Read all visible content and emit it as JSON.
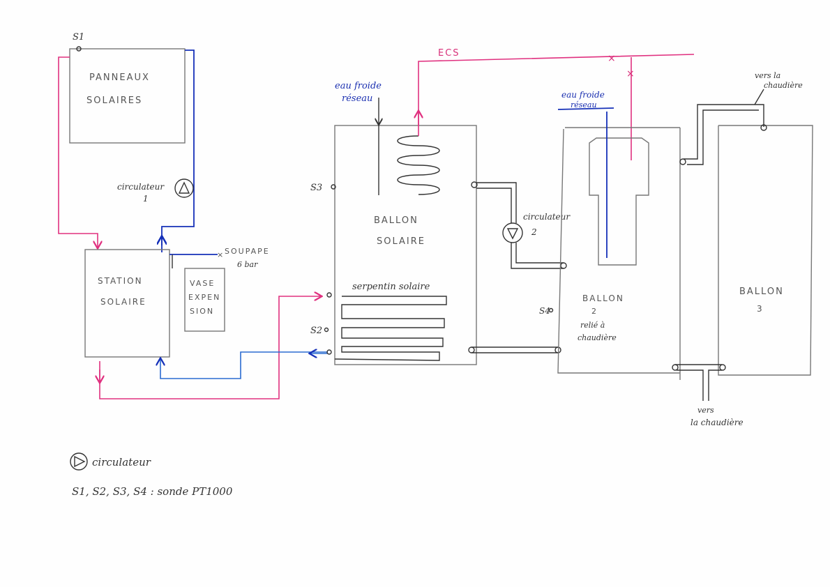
{
  "labels": {
    "s1": "S1",
    "panels_line1": "PANNEAUX",
    "panels_line2": "SOLAIRES",
    "circulator1_line1": "circulateur",
    "circulator1_line2": "1",
    "station_line1": "STATION",
    "station_line2": "SOLAIRE",
    "vase_line1": "VASE",
    "vase_line2": "EXPEN",
    "vase_line3": "SION",
    "valve_line1": "SOUPAPE",
    "valve_line2": "6 bar",
    "ecs": "ECS",
    "cold_water1_line1": "eau froide",
    "cold_water1_line2": "réseau",
    "cold_water2_line1": "eau froide",
    "cold_water2_line2": "réseau",
    "s3": "S3",
    "solar_tank_line1": "BALLON",
    "solar_tank_line2": "SOLAIRE",
    "circulator2_line1": "circulateur",
    "circulator2_line2": "2",
    "coil": "serpentin solaire",
    "s2": "S2",
    "s4": "S4",
    "tank2_line1": "BALLON",
    "tank2_line2": "2",
    "tank2_line3": "relié à",
    "tank2_line4": "chaudière",
    "tank3_line1": "BALLON",
    "tank3_line2": "3",
    "boiler_top_line1": "vers la",
    "boiler_top_line2": "chaudière",
    "boiler_bottom_line1": "vers",
    "boiler_bottom_line2": "la chaudière"
  },
  "legend": {
    "circulator": "circulateur",
    "sensors": "S1, S2, S3, S4 : sonde PT1000"
  },
  "colors": {
    "hot": "#e0307f",
    "cold": "#1530b8",
    "pencil": "#777777"
  }
}
